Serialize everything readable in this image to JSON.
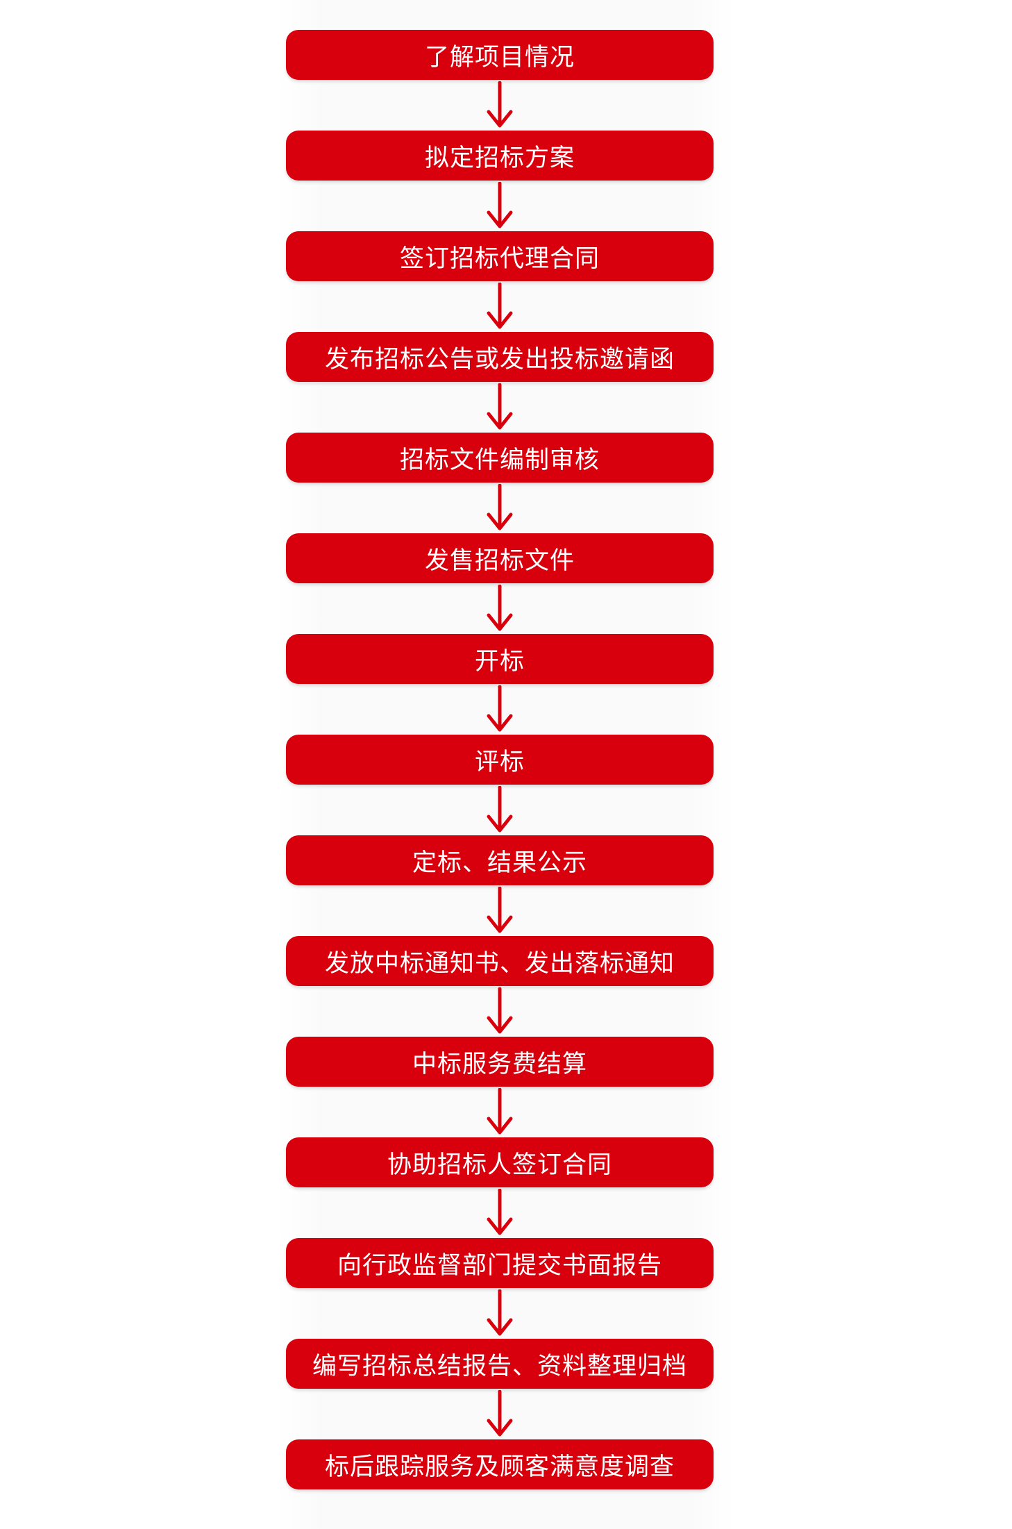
{
  "colors": {
    "step_fill": "#d8000c",
    "arrow": "#d8000c",
    "text": "#ffffff",
    "background": "#ffffff"
  },
  "steps": [
    {
      "label": "了解项目情况"
    },
    {
      "label": "拟定招标方案"
    },
    {
      "label": "签订招标代理合同"
    },
    {
      "label": "发布招标公告或发出投标邀请函"
    },
    {
      "label": "招标文件编制审核"
    },
    {
      "label": "发售招标文件"
    },
    {
      "label": "开标"
    },
    {
      "label": "评标"
    },
    {
      "label": "定标、结果公示"
    },
    {
      "label": "发放中标通知书、发出落标通知"
    },
    {
      "label": "中标服务费结算"
    },
    {
      "label": "协助招标人签订合同"
    },
    {
      "label": "向行政监督部门提交书面报告"
    },
    {
      "label": "编写招标总结报告、资料整理归档"
    },
    {
      "label": "标后跟踪服务及顾客满意度调查"
    }
  ]
}
